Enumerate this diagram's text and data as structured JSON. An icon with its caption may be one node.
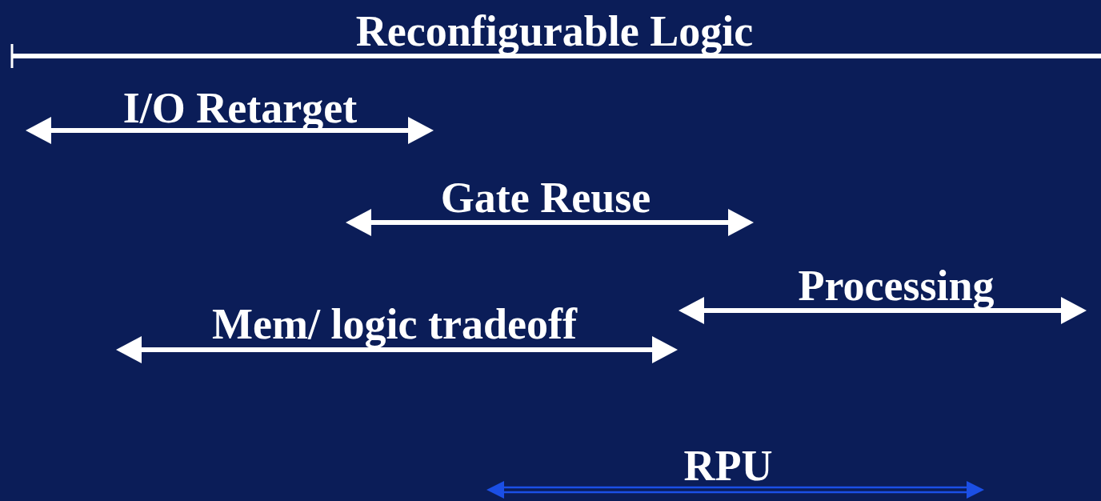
{
  "diagram": {
    "labels": [
      "Reconfigurable Logic",
      "I/O Retarget",
      "Gate Reuse",
      "Processing",
      "Mem/ logic tradeoff",
      "RPU"
    ]
  }
}
